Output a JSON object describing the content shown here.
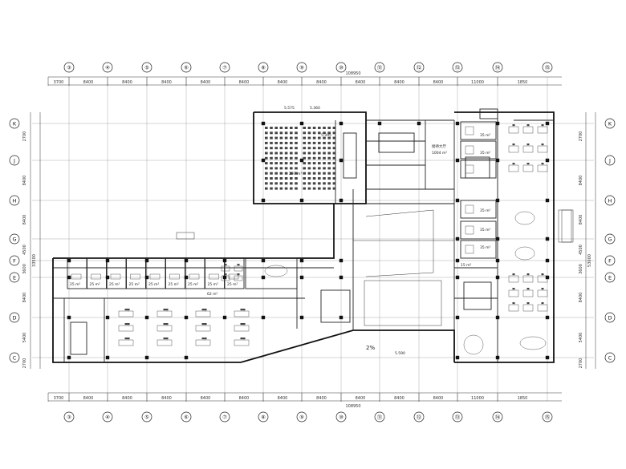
{
  "drawing": {
    "type": "architectural-floor-plan",
    "top_total_dimension": "108950",
    "bottom_total_dimension": "108950",
    "top_dimensions": [
      "3700",
      "8400",
      "8400",
      "8400",
      "8400",
      "8400",
      "8400",
      "8400",
      "8400",
      "8400",
      "8400",
      "11000",
      "1850"
    ],
    "bottom_dimensions": [
      "3700",
      "8400",
      "8400",
      "8400",
      "8400",
      "8400",
      "8400",
      "8400",
      "8400",
      "8400",
      "8400",
      "11000",
      "1850"
    ],
    "column_axes": [
      "③",
      "④",
      "⑤",
      "⑥",
      "⑦",
      "⑧",
      "⑨",
      "⑩",
      "⑪",
      "⑫",
      "⑬",
      "⑭",
      "⑮"
    ],
    "row_axes": [
      "K",
      "J",
      "H",
      "G",
      "F",
      "E",
      "D",
      "C"
    ],
    "left_row_dimensions": [
      "2700",
      "8400",
      "8400",
      "4500",
      "3600",
      "8400",
      "5400",
      "2700"
    ],
    "right_row_dimensions": [
      "2700",
      "8400",
      "8400",
      "4500",
      "3600",
      "8400",
      "5400",
      "2700"
    ],
    "left_span_label": "33500",
    "right_span_label": "53000"
  },
  "annotations": {
    "auditorium_area": "297 m²",
    "room_area_1": "35 m²",
    "room_area_2": "25 m²",
    "room_area_3": "15 m²",
    "office_area": "62 m²",
    "dim_5575": "5.575",
    "dim_5360": "5.360",
    "dim_5395": "5.395",
    "dim_5590": "5.590",
    "slope_label": "2%",
    "hall_label": "接待大厅",
    "hall_area": "1004 m²"
  }
}
